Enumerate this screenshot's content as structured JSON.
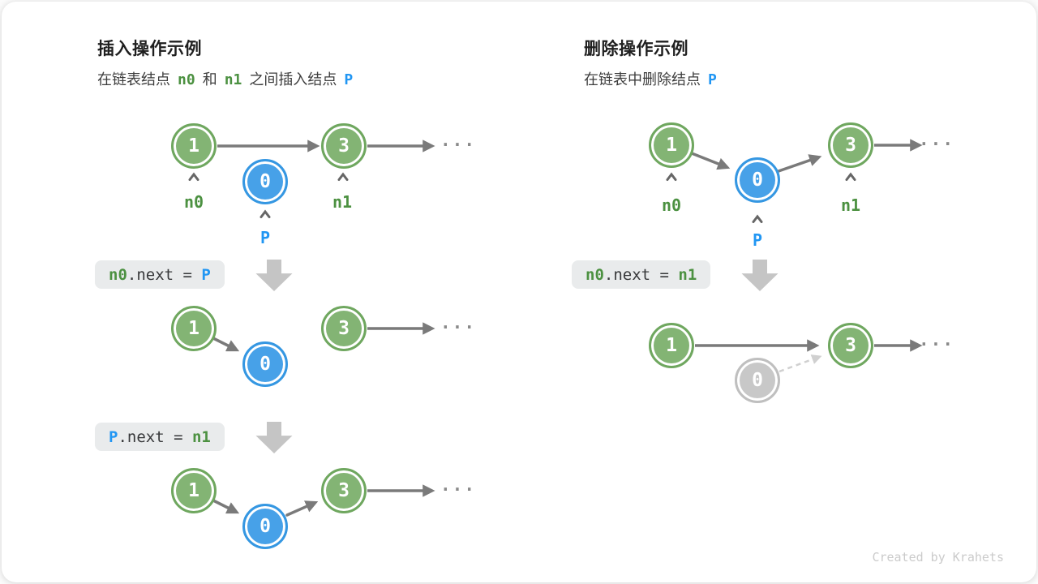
{
  "panels": {
    "insert": {
      "title": "插入操作示例",
      "subtitle": {
        "t1": "在链表结点",
        "n0": "n0",
        "t2": "和",
        "n1": "n1",
        "t3": "之间插入结点",
        "p": "P"
      }
    },
    "delete": {
      "title": "删除操作示例",
      "subtitle": {
        "t1": "在链表中删除结点",
        "p": "P"
      }
    }
  },
  "node_values": {
    "first": "1",
    "third": "3",
    "p": "0"
  },
  "labels": {
    "n0": "n0",
    "n1": "n1",
    "p": "P"
  },
  "ellipsis": "...",
  "code": {
    "insert_step1": {
      "a": "n0",
      "b": ".next = ",
      "c": "P"
    },
    "insert_step2": {
      "a": "P",
      "b": ".next = ",
      "c": "n1"
    },
    "delete_step1": {
      "a": "n0",
      "b": ".next = ",
      "c": "n1"
    }
  },
  "icons": {
    "caret_up": "caret-up-icon",
    "block_arrow_down": "block-arrow-down-icon"
  },
  "colors": {
    "node_green": "#83B474",
    "node_blue": "#47A1E8",
    "node_gray": "#C8C8C8",
    "text_green": "#4C9141",
    "text_blue": "#2196F3",
    "arrow_gray": "#7A7A7A",
    "dashed_gray": "#D0D0D0",
    "code_box_bg": "#E9EBEC",
    "block_arrow": "#C5C5C5"
  },
  "footer": "Created by Krahets"
}
